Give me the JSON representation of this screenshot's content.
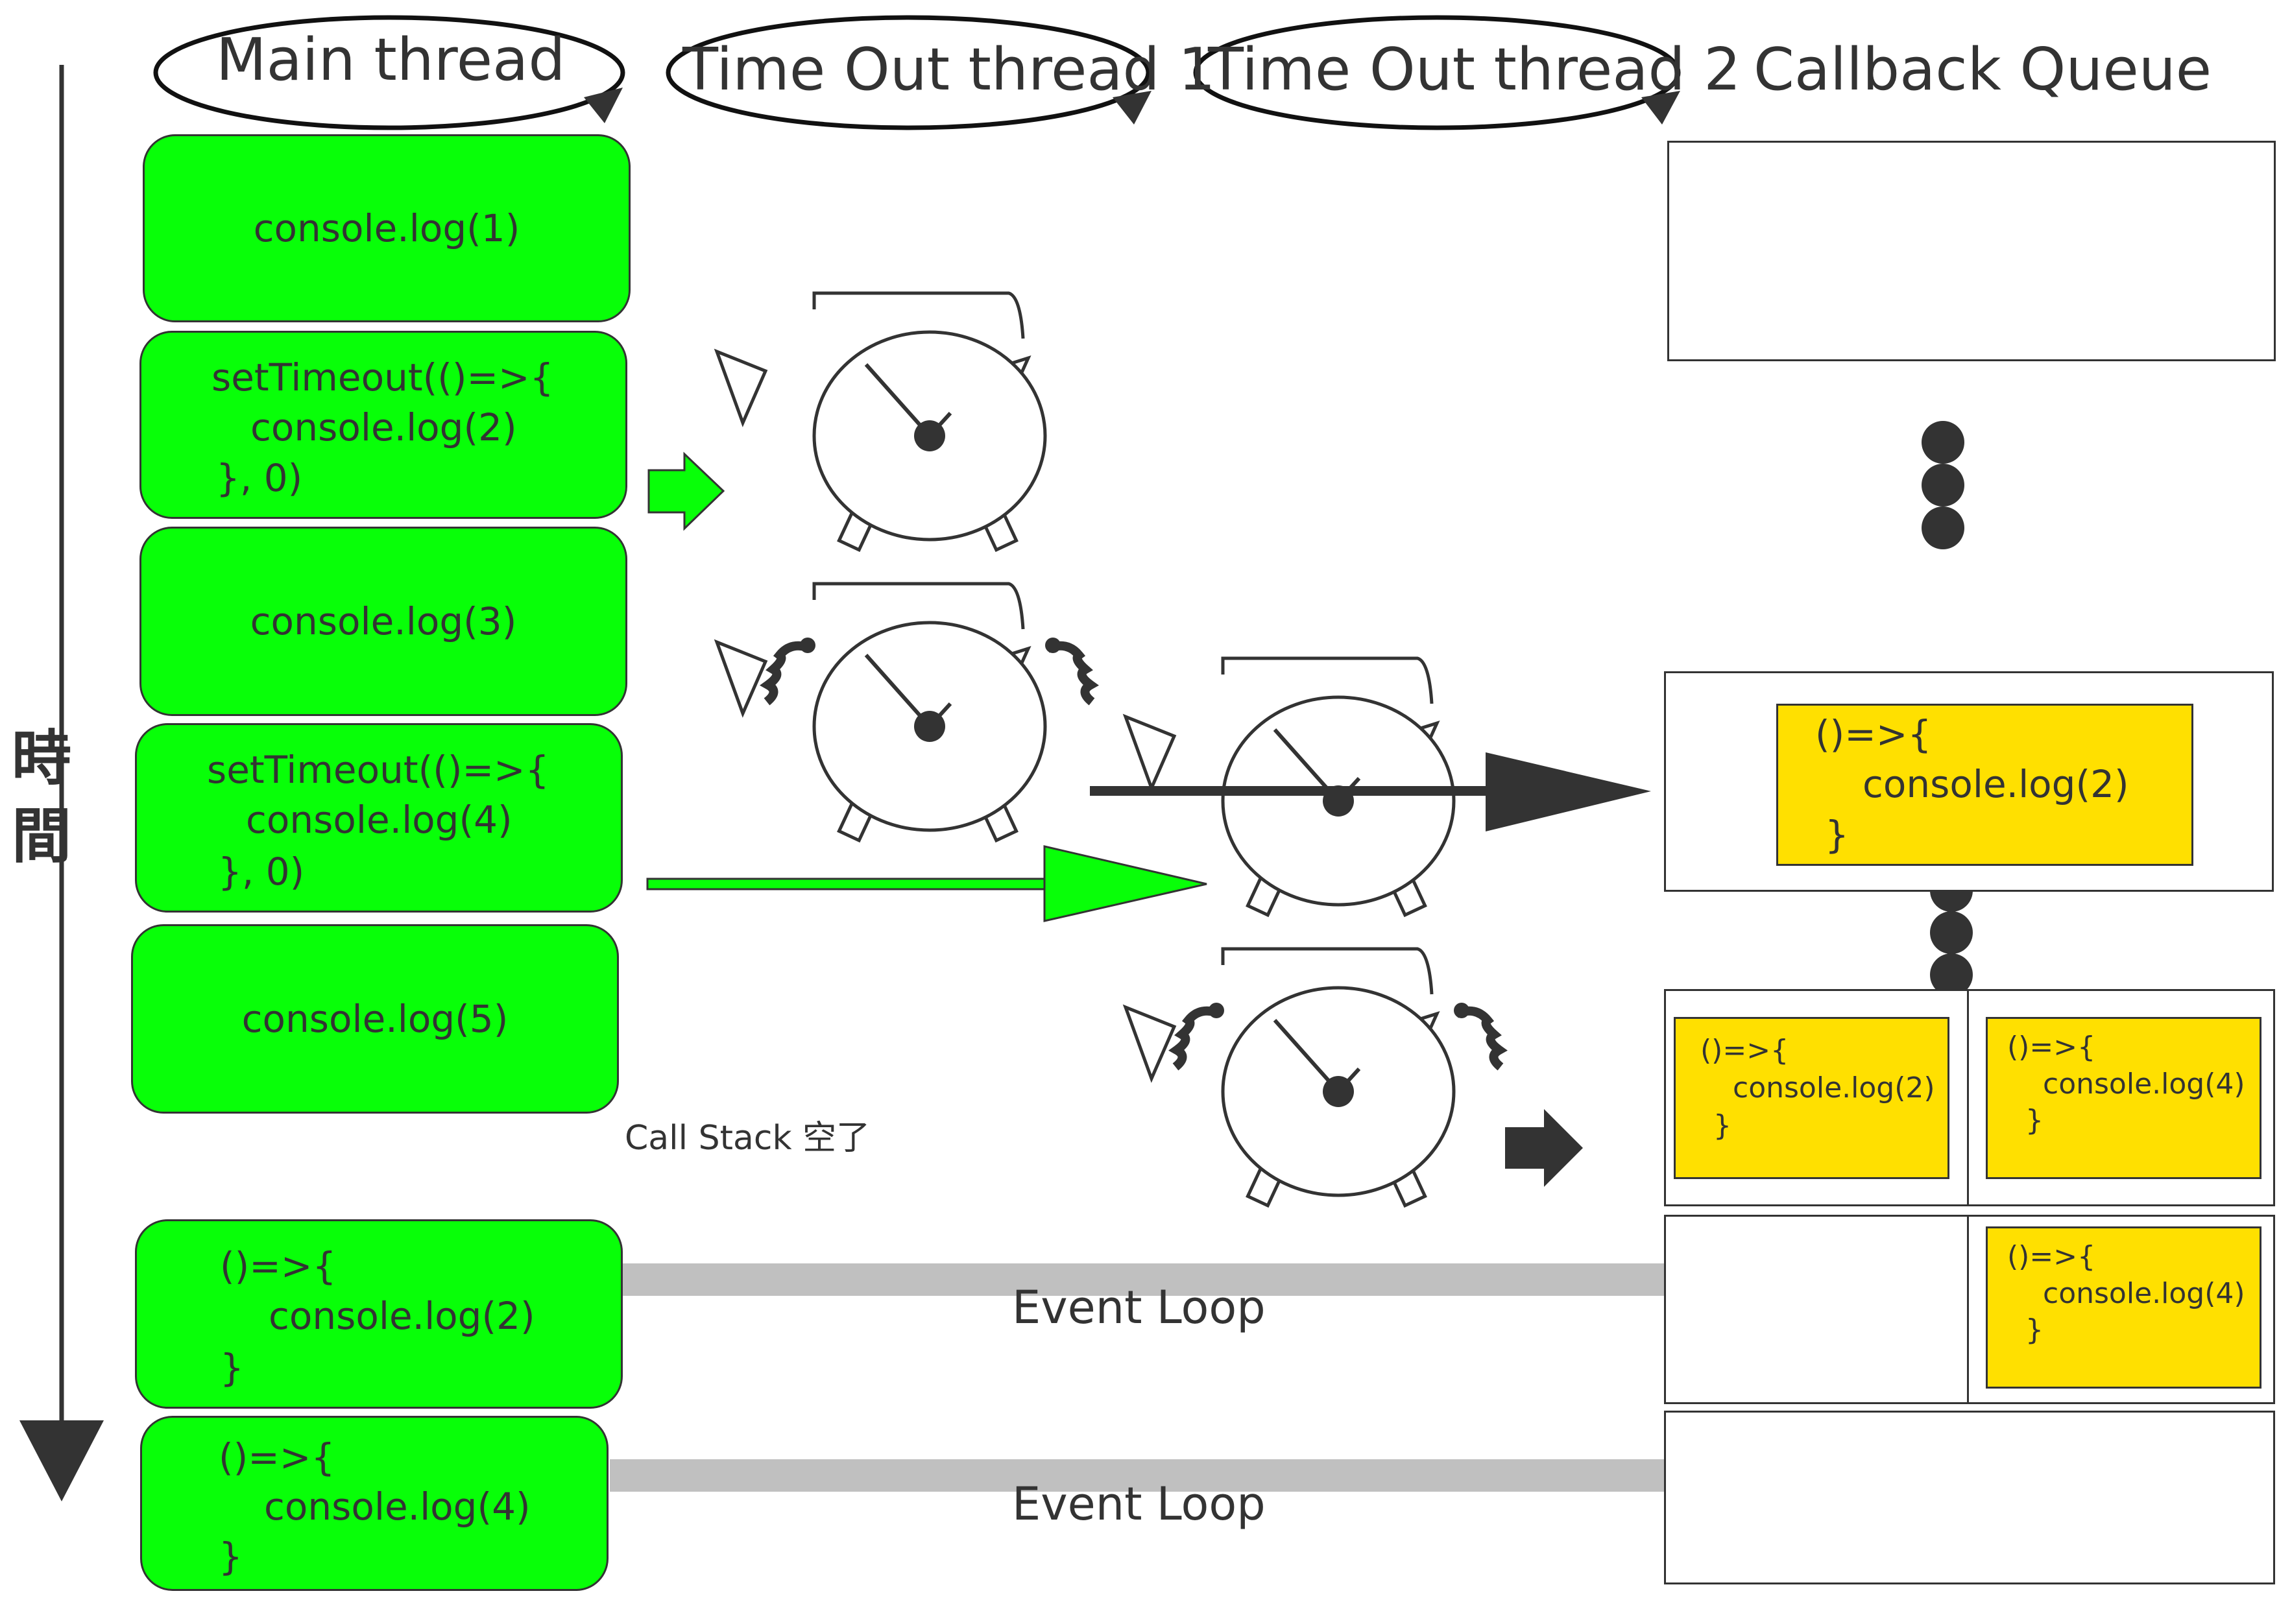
{
  "headers": {
    "main": "Main thread",
    "timeout1": "Time Out thread 1",
    "timeout2": "Time Out thread 2",
    "callback": "Callback Queue"
  },
  "axis_label": "時間",
  "main_thread": [
    {
      "line1": "console.log(1)"
    },
    {
      "line1": "setTimeout(()=>{",
      "line2": "console.log(2)",
      "line3": "}, 0)"
    },
    {
      "line1": "console.log(3)"
    },
    {
      "line1": "setTimeout(()=>{",
      "line2": "console.log(4)",
      "line3": "}, 0)"
    },
    {
      "line1": "console.log(5)"
    }
  ],
  "call_stack_note": "Call Stack 空了",
  "loop_boxes": [
    {
      "line1": "()=>{",
      "line2": "console.log(2)",
      "line3": "}"
    },
    {
      "line1": "()=>{",
      "line2": "console.log(4)",
      "line3": "}"
    }
  ],
  "event_loop": [
    "Event Loop",
    "Event Loop"
  ],
  "queue": {
    "cb2": {
      "line1": "()=>{",
      "line2": "console.log(2)",
      "line3": "}"
    },
    "cb4": {
      "line1": "()=>{",
      "line2": "console.log(4)",
      "line3": "}"
    }
  },
  "colors": {
    "green": "#08ff08",
    "yellow": "#ffe000",
    "dark": "#333333",
    "gray_bar": "#c0c0c0"
  }
}
